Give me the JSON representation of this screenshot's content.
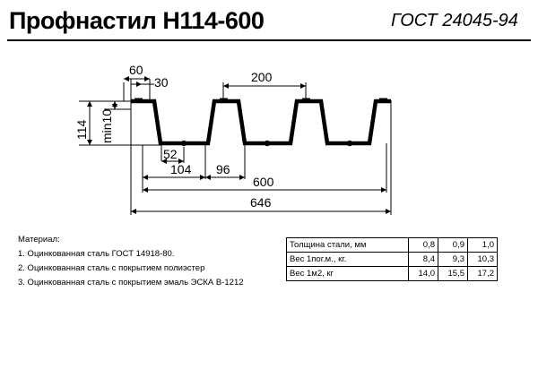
{
  "title": "Профнастил Н114-600",
  "standard": "ГОСТ 24045-94",
  "drawing": {
    "dim_60": "60",
    "dim_30": "30",
    "dim_200": "200",
    "dim_114": "114",
    "dim_min10": "min10",
    "dim_52": "52",
    "dim_104": "104",
    "dim_96": "96",
    "dim_600": "600",
    "dim_646": "646"
  },
  "materials": {
    "heading": "Материал:",
    "items": [
      "1. Оцинкованная сталь ГОСТ 14918-80.",
      "2. Оцинкованная сталь с покрытием полиэстер",
      "3. Оцинкованная сталь с покрытием эмаль ЭСКА  В-1212"
    ]
  },
  "table": {
    "rows": [
      {
        "label": "Толщина стали, мм",
        "values": [
          "0,8",
          "0,9",
          "1,0"
        ]
      },
      {
        "label": "Вес 1пог.м., кг.",
        "values": [
          "8,4",
          "9,3",
          "10,3"
        ]
      },
      {
        "label": "Вес 1м2, кг",
        "values": [
          "14,0",
          "15,5",
          "17,2"
        ]
      }
    ]
  }
}
